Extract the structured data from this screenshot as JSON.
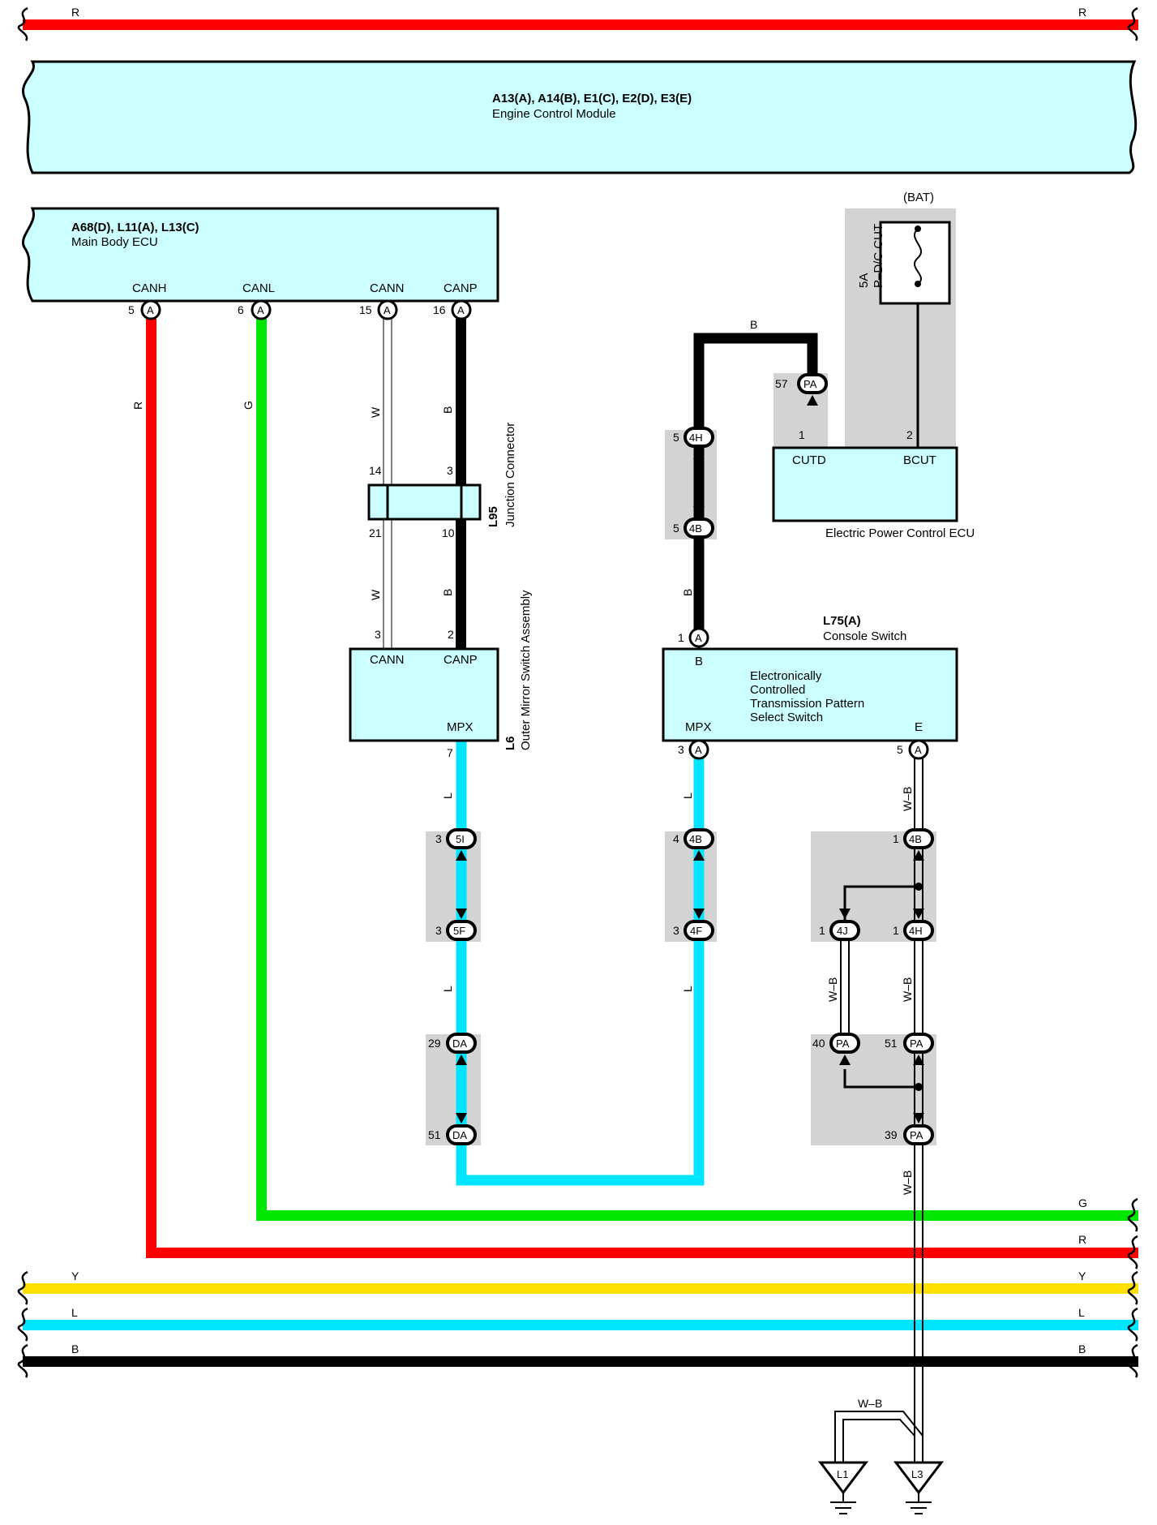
{
  "modules": {
    "ecm": {
      "codes": "A13(A), A14(B), E1(C), E2(D), E3(E)",
      "name": "Engine Control Module"
    },
    "main_body_ecu": {
      "codes": "A68(D), L11(A), L13(C)",
      "name": "Main Body ECU",
      "terminals": [
        {
          "name": "CANH",
          "pin": "5",
          "conn": "A"
        },
        {
          "name": "CANL",
          "pin": "6",
          "conn": "A"
        },
        {
          "name": "CANN",
          "pin": "15",
          "conn": "A"
        },
        {
          "name": "CANP",
          "pin": "16",
          "conn": "A"
        }
      ]
    },
    "junction_connector": {
      "code": "L95",
      "name": "Junction Connector",
      "pins": [
        "14",
        "3",
        "21",
        "10"
      ]
    },
    "outer_mirror": {
      "code": "L6",
      "name": "Outer Mirror Switch Assembly",
      "terminals": [
        "CANN",
        "CANP",
        "MPX"
      ],
      "pins": [
        "3",
        "2",
        "7"
      ]
    },
    "epc_ecu": {
      "name": "Electric Power Control ECU",
      "terminals": [
        "CUTD",
        "BCUT"
      ],
      "pins": [
        "1",
        "2"
      ]
    },
    "fuse": {
      "source": "(BAT)",
      "rating": "5A",
      "name": "P–D/C CUT"
    },
    "console_switch": {
      "code": "L75(A)",
      "name": "Console Switch",
      "desc": [
        "Electronically",
        "Controlled",
        "Transmission Pattern",
        "Select Switch"
      ],
      "terminals": [
        "B",
        "MPX",
        "E"
      ],
      "pins": [
        "1",
        "3",
        "5"
      ],
      "conn": "A"
    }
  },
  "bus_lines": [
    {
      "name": "R",
      "color": "#ff0000"
    },
    {
      "name": "G",
      "color": "#00e600"
    },
    {
      "name": "R",
      "color": "#ff0000"
    },
    {
      "name": "Y",
      "color": "#ffe000"
    },
    {
      "name": "L",
      "color": "#00e5ff"
    },
    {
      "name": "B",
      "color": "#000000"
    }
  ],
  "wire_colors": {
    "R": "R",
    "G": "G",
    "W": "W",
    "B": "B",
    "L": "L",
    "WB": "W–B"
  },
  "connectors": {
    "PA": "PA",
    "4H": "4H",
    "4B": "4B",
    "4F": "4F",
    "4J": "4J",
    "5I": "5I",
    "5F": "5F",
    "DA": "DA",
    "A": "A"
  },
  "connector_pins": {
    "pa57": "57",
    "h5": "5",
    "b5": "5",
    "i5_3": "3",
    "f5_3": "3",
    "da29": "29",
    "da51": "51",
    "b4_4": "4",
    "f4_3": "3",
    "b4_1": "1",
    "j4_1": "1",
    "h4_1": "1",
    "pa40": "40",
    "pa51": "51",
    "pa39": "39"
  },
  "grounds": [
    "L1",
    "L3"
  ],
  "colors": {
    "module_fill": "#ccffff",
    "shade": "#d3d3d3"
  }
}
